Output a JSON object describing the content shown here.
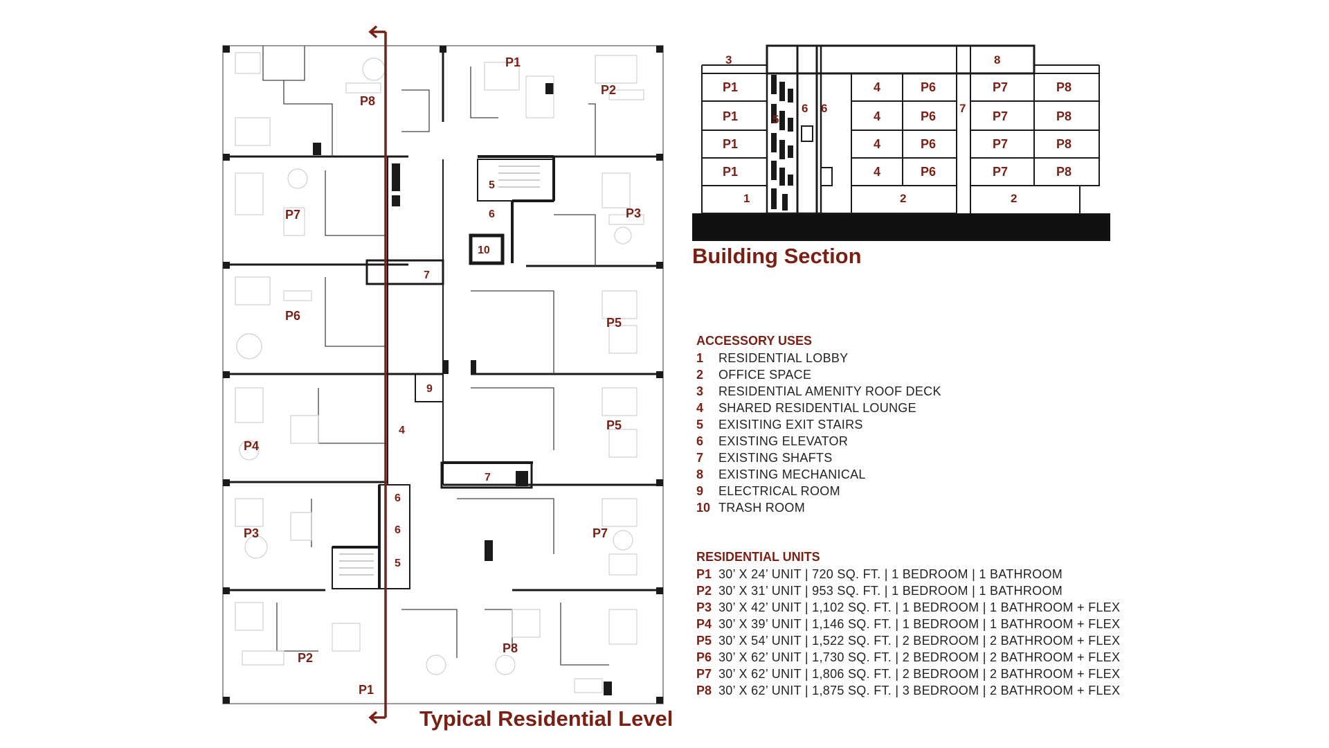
{
  "plan": {
    "title": "Typical Residential Level",
    "unit_labels": [
      "P1",
      "P2",
      "P8",
      "P7",
      "P3",
      "P6",
      "P5",
      "P4",
      "P5",
      "P3",
      "P7",
      "P2",
      "P1",
      "P8"
    ],
    "accessory_labels": [
      "5",
      "6",
      "10",
      "7",
      "9",
      "4",
      "7",
      "6",
      "6",
      "5"
    ]
  },
  "section": {
    "title": "Building Section",
    "roof_labels": [
      "3",
      "8"
    ],
    "column_a": [
      "P1",
      "P1",
      "P1",
      "P1"
    ],
    "column_b": [
      "4",
      "4",
      "4",
      "4"
    ],
    "column_c": [
      "P6",
      "P6",
      "P6",
      "P6"
    ],
    "column_d": [
      "P7",
      "P7",
      "P7",
      "P7"
    ],
    "column_e": [
      "P8",
      "P8",
      "P8",
      "P8"
    ],
    "core_labels": [
      "5",
      "6",
      "6",
      "7"
    ],
    "ground_labels": [
      "1",
      "2",
      "2"
    ]
  },
  "legend": {
    "accessory_heading": "ACCESSORY USES",
    "accessory": [
      {
        "num": "1",
        "text": "RESIDENTIAL LOBBY"
      },
      {
        "num": "2",
        "text": "OFFICE SPACE"
      },
      {
        "num": "3",
        "text": "RESIDENTIAL AMENITY ROOF DECK"
      },
      {
        "num": "4",
        "text": "SHARED RESIDENTIAL LOUNGE"
      },
      {
        "num": "5",
        "text": "EXISITING EXIT STAIRS"
      },
      {
        "num": "6",
        "text": "EXISTING ELEVATOR"
      },
      {
        "num": "7",
        "text": "EXISTING SHAFTS"
      },
      {
        "num": "8",
        "text": "EXISTING MECHANICAL"
      },
      {
        "num": "9",
        "text": "ELECTRICAL ROOM"
      },
      {
        "num": "10",
        "text": "TRASH ROOM"
      }
    ],
    "units_heading": "RESIDENTIAL UNITS",
    "units": [
      {
        "num": "P1",
        "text": "30’ X 24’ UNIT | 720 SQ. FT. | 1 BEDROOM | 1 BATHROOM"
      },
      {
        "num": "P2",
        "text": "30’ X 31’ UNIT | 953 SQ. FT. | 1 BEDROOM | 1 BATHROOM"
      },
      {
        "num": "P3",
        "text": "30’ X 42’ UNIT | 1,102 SQ. FT. | 1 BEDROOM | 1 BATHROOM + FLEX"
      },
      {
        "num": "P4",
        "text": "30’ X 39’ UNIT | 1,146 SQ. FT. | 1 BEDROOM | 1 BATHROOM + FLEX"
      },
      {
        "num": "P5",
        "text": "30’ X 54’ UNIT | 1,522 SQ. FT. | 2 BEDROOM | 2 BATHROOM + FLEX"
      },
      {
        "num": "P6",
        "text": "30’ X 62’ UNIT | 1,730 SQ. FT. | 2 BEDROOM | 2 BATHROOM + FLEX"
      },
      {
        "num": "P7",
        "text": "30’ X 62’ UNIT | 1,806 SQ. FT. | 2 BEDROOM | 2 BATHROOM + FLEX"
      },
      {
        "num": "P8",
        "text": "30’ X 62’ UNIT | 1,875 SQ. FT. | 3 BEDROOM | 2 BATHROOM + FLEX"
      }
    ]
  },
  "colors": {
    "accent": "#7a1f14",
    "ink": "#1a1a1a",
    "furniture": "#cfcfcf"
  }
}
